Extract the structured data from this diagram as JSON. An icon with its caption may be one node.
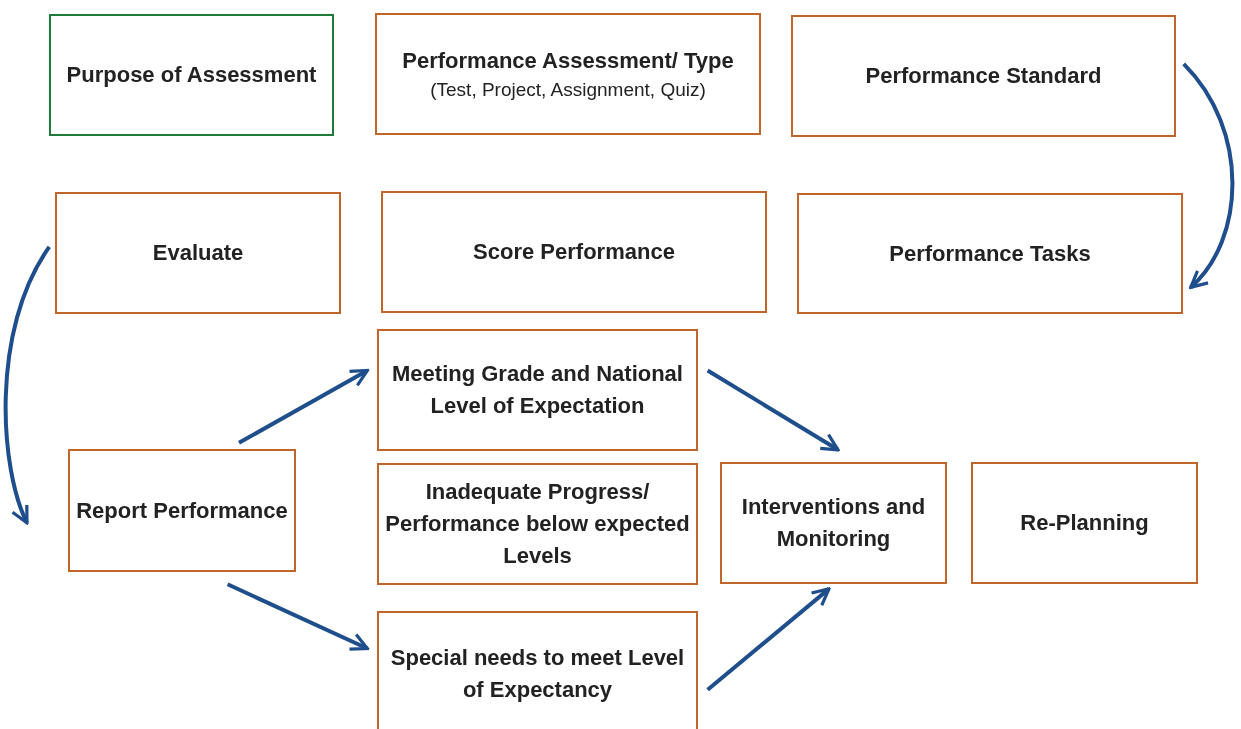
{
  "diagram": {
    "nodes": [
      {
        "text": [
          "Purpose of Assessment"
        ]
      },
      {
        "text": [
          "Performance Assessment/ Type",
          "(Test, Project, Assignment, Quiz)"
        ]
      },
      {
        "text": [
          "Performance Standard"
        ]
      },
      {
        "text": [
          "Evaluate"
        ]
      },
      {
        "text": [
          "Score Performance"
        ]
      },
      {
        "text": [
          "Performance Tasks"
        ]
      },
      {
        "text": [
          "Meeting Grade and National Level of Expectation"
        ]
      },
      {
        "text": [
          "Report Performance"
        ]
      },
      {
        "text": [
          "Inadequate Progress/ Performance below expected Levels"
        ]
      },
      {
        "text": [
          "Interventions and Monitoring"
        ]
      },
      {
        "text": [
          "Re-Planning"
        ]
      },
      {
        "text": [
          "Special needs to meet Level of Expectancy"
        ]
      }
    ],
    "edges": [
      {
        "from": 2,
        "to": 5,
        "arrow": "to"
      },
      {
        "from": 3,
        "to": 7,
        "arrow": "to"
      },
      {
        "from": 7,
        "to": 6,
        "arrow": "to"
      },
      {
        "from": 7,
        "to": 11,
        "arrow": "to"
      },
      {
        "from": 6,
        "to": 9,
        "arrow": "to"
      },
      {
        "from": 11,
        "to": 9,
        "arrow": "to"
      }
    ]
  }
}
